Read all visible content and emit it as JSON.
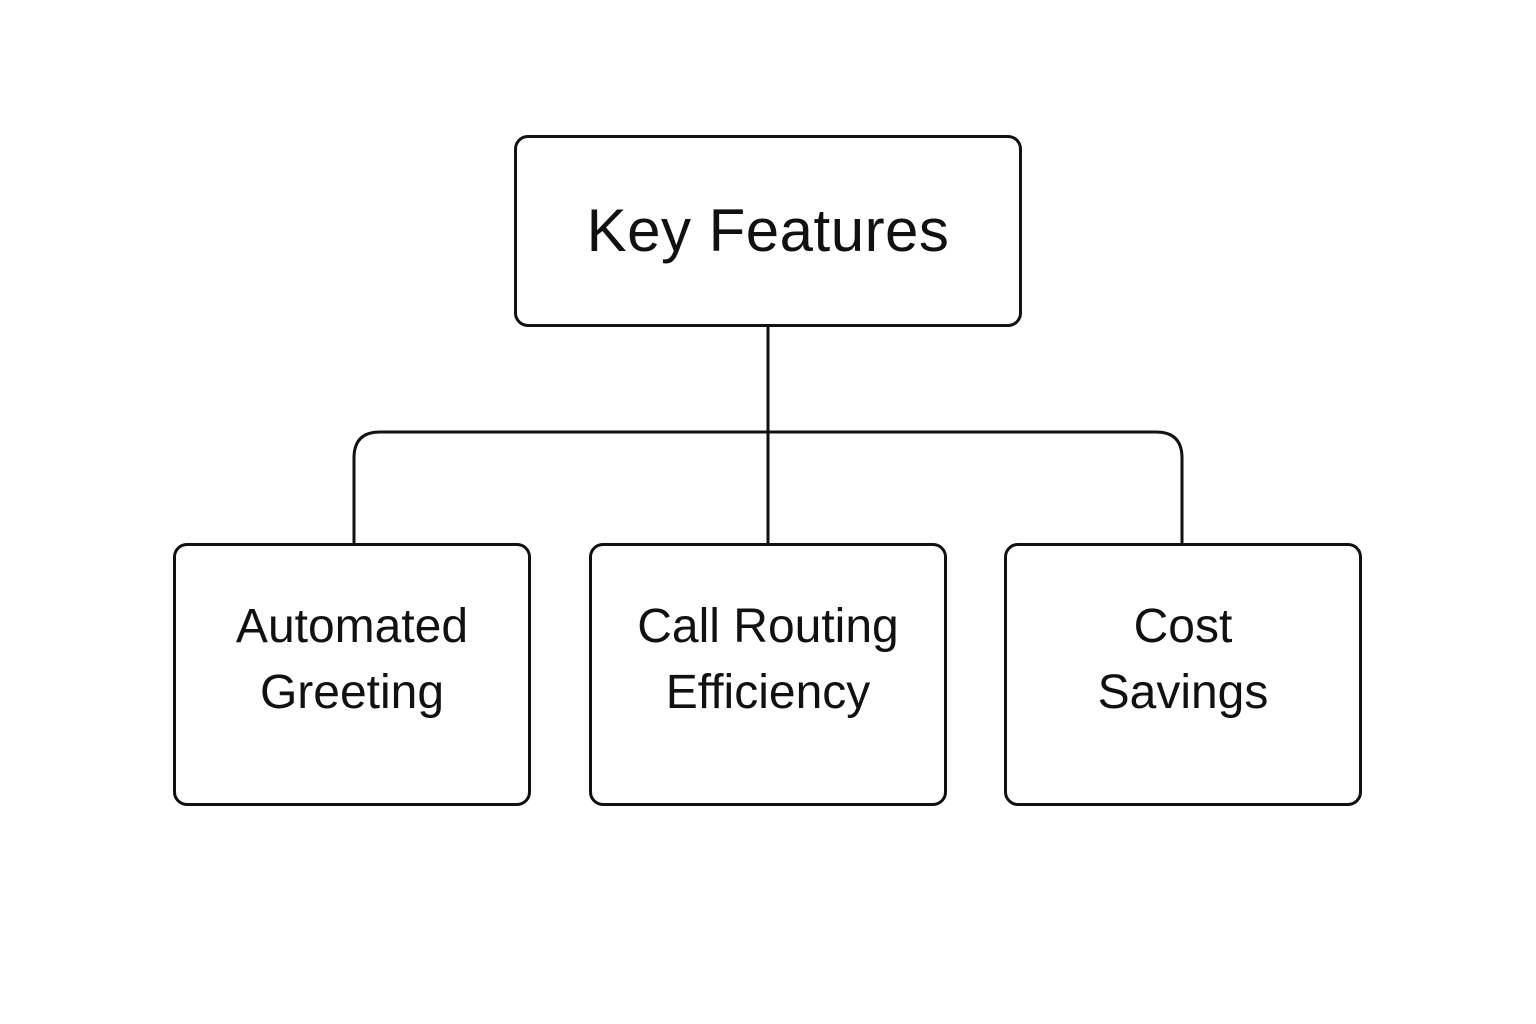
{
  "diagram": {
    "type": "hierarchy",
    "root": {
      "label": "Key Features"
    },
    "children": [
      {
        "lines": [
          "Automated",
          "Greeting"
        ]
      },
      {
        "lines": [
          "Call Routing",
          "Efficiency"
        ]
      },
      {
        "lines": [
          "Cost",
          "Savings"
        ]
      }
    ],
    "colors": {
      "stroke": "#111111",
      "background": "#ffffff",
      "text": "#111111"
    }
  }
}
